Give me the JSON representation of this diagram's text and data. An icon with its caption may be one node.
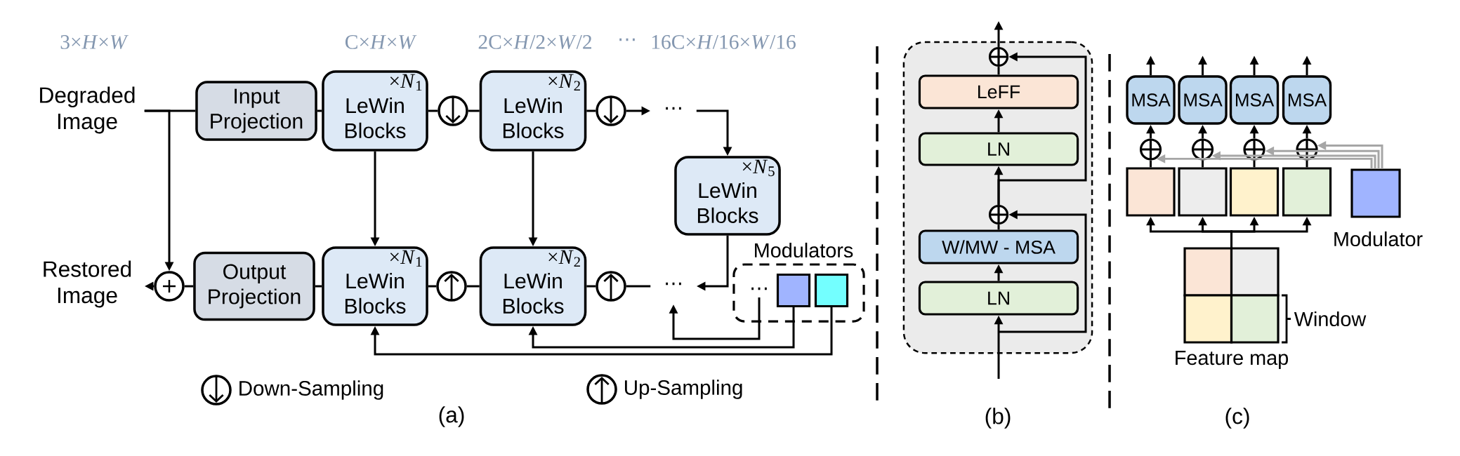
{
  "diagram": {
    "nodes": [
      {
        "text": [
          "Degraded Image"
        ]
      },
      {
        "text": [
          "Input Projection"
        ]
      },
      {
        "text": [
          "×*N*$_{1}$",
          "LeWin Blocks"
        ]
      },
      {
        "text": [],
        "shape": "circle"
      },
      {
        "text": [
          "×*N*$_{2}$",
          "LeWin Blocks"
        ]
      },
      {
        "text": [],
        "shape": "circle"
      },
      {
        "text": [
          "⋯"
        ]
      },
      {
        "text": [
          "×*N*$_{5}$",
          "LeWin Blocks"
        ]
      },
      {
        "text": [
          "Restored Image"
        ]
      },
      {
        "text": [],
        "shape": "circle"
      },
      {
        "text": [
          "Output Projection"
        ]
      },
      {
        "text": [
          "×*N*$_{1}$",
          "LeWin Blocks"
        ]
      },
      {
        "text": [],
        "shape": "circle"
      },
      {
        "text": [
          "×*N*$_{2}$",
          "LeWin Blocks"
        ]
      },
      {
        "text": [],
        "shape": "circle"
      },
      {
        "text": [
          "⋯"
        ]
      },
      {
        "text": [
          "Modulators"
        ]
      },
      {
        "text": [
          "⋯"
        ],
        "in": 16
      },
      {
        "text": [],
        "shape": "box",
        "in": 16
      },
      {
        "text": [],
        "shape": "box",
        "in": 16
      },
      {
        "text": [],
        "shape": "box"
      },
      {
        "text": [],
        "shape": "circle",
        "in": 20
      },
      {
        "text": [
          "LeFF"
        ],
        "in": 20
      },
      {
        "text": [
          "LN"
        ],
        "in": 20
      },
      {
        "text": [],
        "shape": "circle",
        "in": 20
      },
      {
        "text": [
          "W/MW - MSA"
        ],
        "in": 20
      },
      {
        "text": [
          "LN"
        ],
        "in": 20
      },
      {
        "text": [
          "MSA"
        ]
      },
      {
        "text": [
          "MSA"
        ]
      },
      {
        "text": [
          "MSA"
        ]
      },
      {
        "text": [
          "MSA"
        ]
      },
      {
        "text": [],
        "shape": "circle"
      },
      {
        "text": [],
        "shape": "circle"
      },
      {
        "text": [],
        "shape": "circle"
      },
      {
        "text": [],
        "shape": "circle"
      },
      {
        "text": [],
        "shape": "box"
      },
      {
        "text": [],
        "shape": "box"
      },
      {
        "text": [],
        "shape": "box"
      },
      {
        "text": [],
        "shape": "box"
      },
      {
        "text": [
          "Modulator"
        ]
      },
      {
        "text": [
          "Feature map"
        ],
        "beside": [
          "Window"
        ]
      }
    ],
    "edges": [
      {
        "from": 0,
        "to": 1,
        "arrow": "none"
      },
      {
        "from": 0,
        "to": 9,
        "arrow": "to"
      },
      {
        "from": 1,
        "to": 2,
        "arrow": "none"
      },
      {
        "from": 2,
        "to": 3,
        "arrow": "none"
      },
      {
        "from": 3,
        "to": 4,
        "arrow": "none"
      },
      {
        "from": 4,
        "to": 5,
        "arrow": "none"
      },
      {
        "from": 5,
        "to": 6,
        "arrow": "to"
      },
      {
        "from": 6,
        "to": 7,
        "arrow": "to"
      },
      {
        "from": 2,
        "to": 11,
        "arrow": "to"
      },
      {
        "from": 4,
        "to": 13,
        "arrow": "to"
      },
      {
        "from": 7,
        "to": 15,
        "arrow": "to"
      },
      {
        "from": 15,
        "to": 14,
        "arrow": "none"
      },
      {
        "from": 14,
        "to": 13,
        "arrow": "none"
      },
      {
        "from": 13,
        "to": 12,
        "arrow": "none"
      },
      {
        "from": 12,
        "to": 11,
        "arrow": "none"
      },
      {
        "from": 11,
        "to": 10,
        "arrow": "none"
      },
      {
        "from": 10,
        "to": 9,
        "arrow": "none"
      },
      {
        "from": 9,
        "to": 8,
        "arrow": "to"
      },
      {
        "from": 17,
        "to": 15,
        "arrow": "to"
      },
      {
        "from": 18,
        "to": 13,
        "arrow": "to"
      },
      {
        "from": 19,
        "to": 11,
        "arrow": "to"
      },
      {
        "from": null,
        "to": 26,
        "arrow": "to"
      },
      {
        "from": 26,
        "to": 25,
        "arrow": "to"
      },
      {
        "from": 25,
        "to": 24,
        "arrow": "none"
      },
      {
        "from": 24,
        "to": 23,
        "arrow": "to"
      },
      {
        "from": 23,
        "to": 22,
        "arrow": "to"
      },
      {
        "from": 22,
        "to": 21,
        "arrow": "none"
      },
      {
        "from": 21,
        "to": null,
        "arrow": "to"
      },
      {
        "from": null,
        "to": 24,
        "arrow": "to"
      },
      {
        "from": 24,
        "to": 21,
        "arrow": "to"
      },
      {
        "from": 27,
        "to": null,
        "arrow": "to"
      },
      {
        "from": 28,
        "to": null,
        "arrow": "to"
      },
      {
        "from": 29,
        "to": null,
        "arrow": "to"
      },
      {
        "from": 30,
        "to": null,
        "arrow": "to"
      },
      {
        "from": 31,
        "to": 27,
        "arrow": "to"
      },
      {
        "from": 32,
        "to": 28,
        "arrow": "to"
      },
      {
        "from": 33,
        "to": 29,
        "arrow": "to"
      },
      {
        "from": 34,
        "to": 30,
        "arrow": "to"
      },
      {
        "from": 35,
        "to": 31,
        "arrow": "none"
      },
      {
        "from": 36,
        "to": 32,
        "arrow": "none"
      },
      {
        "from": 37,
        "to": 33,
        "arrow": "none"
      },
      {
        "from": 38,
        "to": 34,
        "arrow": "none"
      },
      {
        "from": 39,
        "to": 31,
        "arrow": "to",
        "color": "#a6a6a6"
      },
      {
        "from": 39,
        "to": 32,
        "arrow": "to",
        "color": "#a6a6a6"
      },
      {
        "from": 39,
        "to": 33,
        "arrow": "to",
        "color": "#a6a6a6"
      },
      {
        "from": 39,
        "to": 34,
        "arrow": "to",
        "color": "#a6a6a6"
      },
      {
        "from": 40,
        "to": 35,
        "arrow": "to"
      },
      {
        "from": 40,
        "to": 36,
        "arrow": "to"
      },
      {
        "from": 40,
        "to": 37,
        "arrow": "to"
      },
      {
        "from": 40,
        "to": 38,
        "arrow": "to"
      }
    ],
    "labels": [
      "3×*H*×*W*",
      "C×*H*×*W*",
      "2C×*H*/2×*W*/2",
      "⋯",
      "16C×*H*/16×*W*/16",
      "(a)",
      "(b)",
      "(c)"
    ],
    "legend": [
      {
        "text": "Down-Sampling"
      },
      {
        "text": "Up-Sampling"
      }
    ]
  }
}
